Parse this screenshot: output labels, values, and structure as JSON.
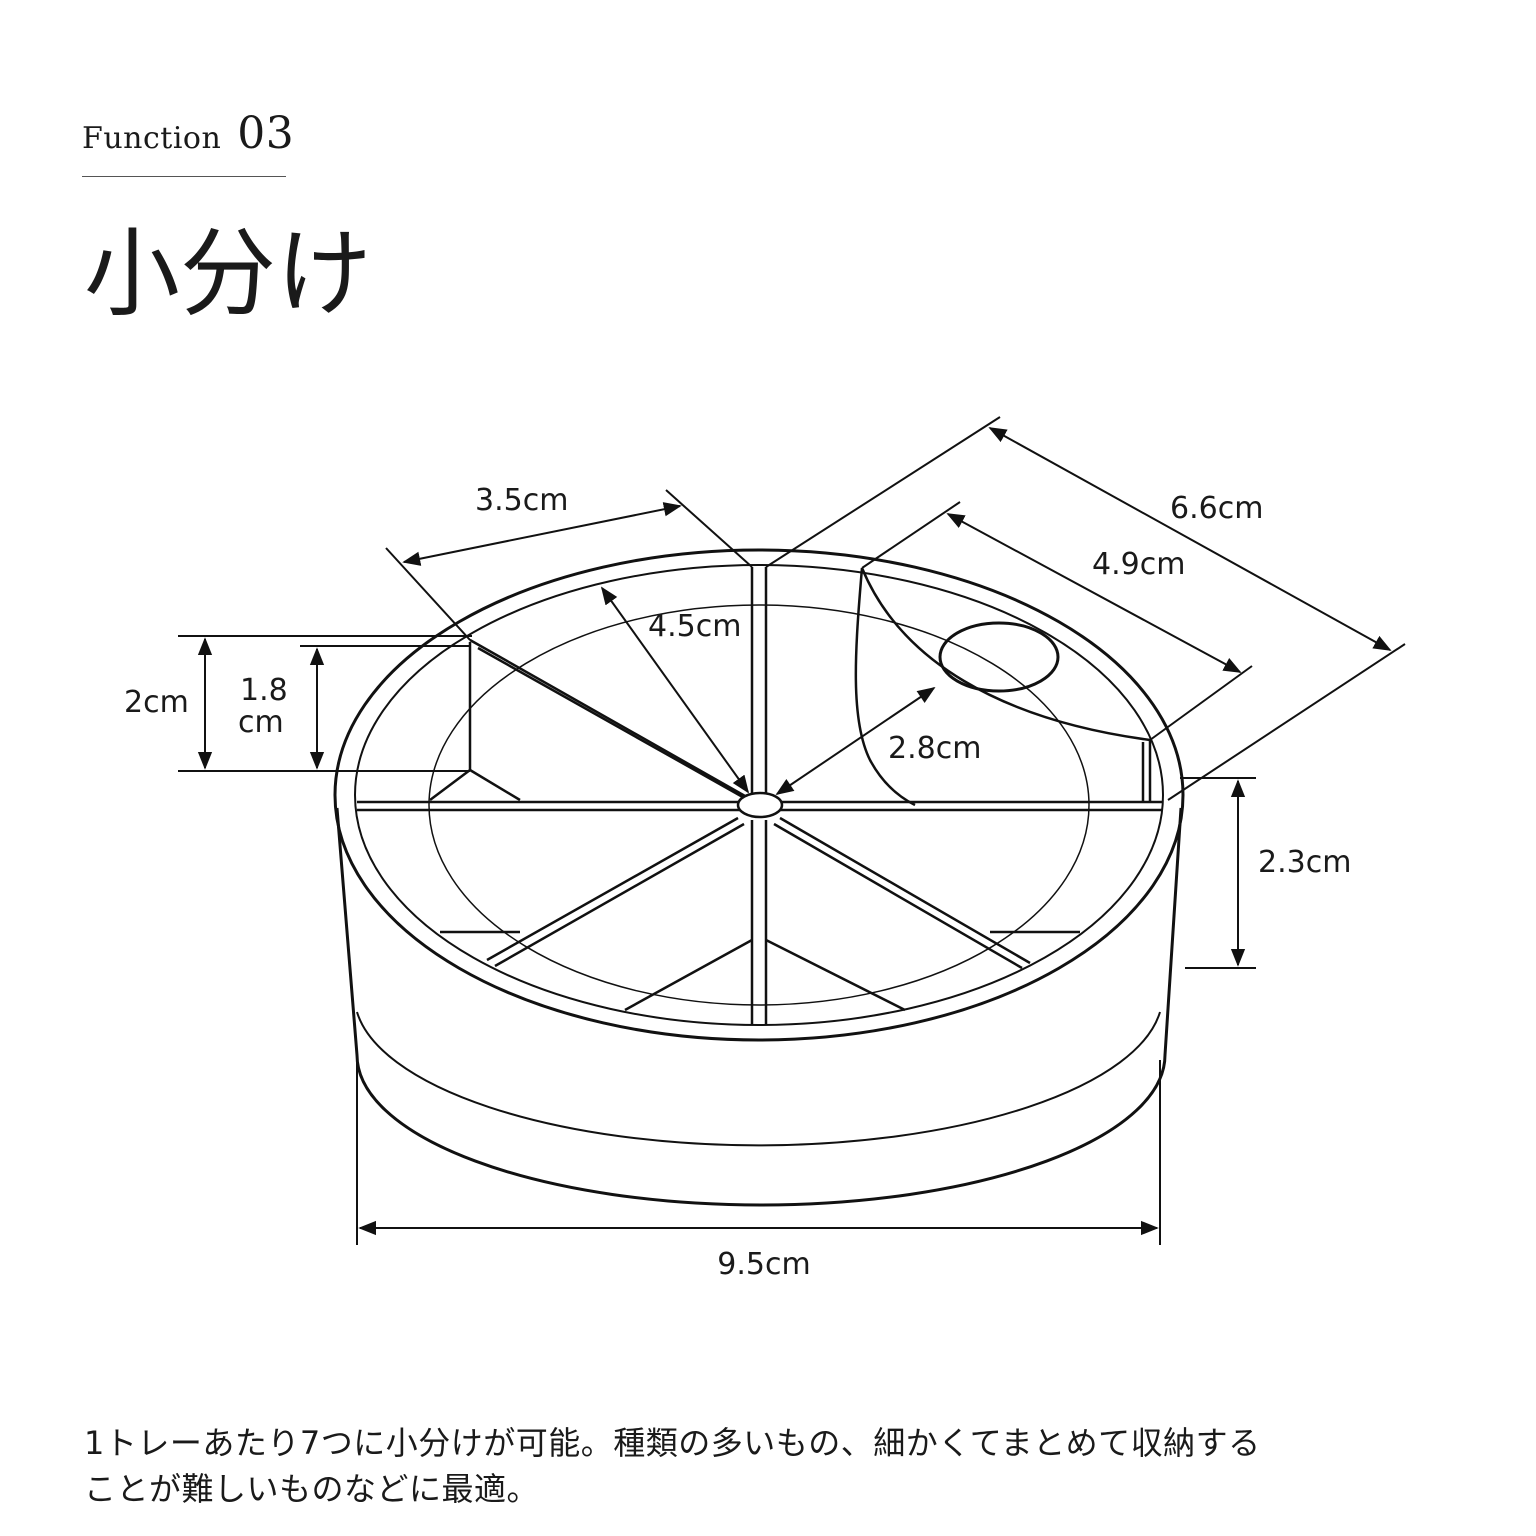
{
  "header": {
    "kicker": "Function",
    "number": "03",
    "title": "小分け"
  },
  "dimensions": {
    "tray_diameter": "9.5cm",
    "tray_height": "2.3cm",
    "outer_span": "6.6cm",
    "inner_span": "4.9cm",
    "arc_width": "3.5cm",
    "radius": "4.5cm",
    "inner_radius": "2.8cm",
    "wall_height_outer": "2cm",
    "wall_height_inner_value": "1.8",
    "wall_height_inner_unit": "cm"
  },
  "description": {
    "line1": "1トレーあたり7つに小分けが可能。種類の多いもの、細かくてまとめて収納する",
    "line2": "ことが難しいものなどに最適。"
  }
}
